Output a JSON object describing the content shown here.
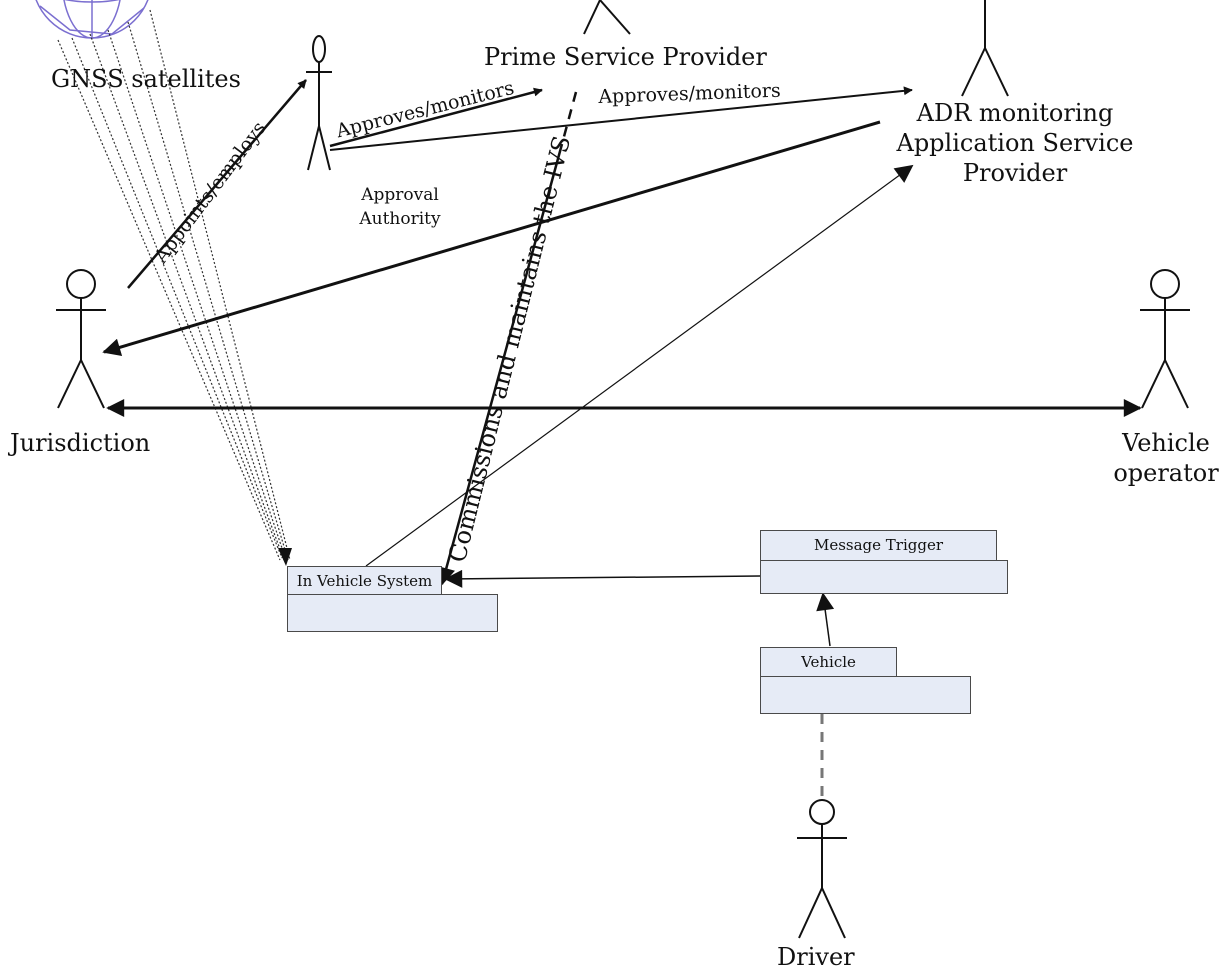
{
  "actors": {
    "prime_service_provider": "Prime Service Provider",
    "adr_monitoring_asp_line1": "ADR monitoring",
    "adr_monitoring_asp_line2": "Application Service",
    "adr_monitoring_asp_line3": "Provider",
    "approval_authority_line1": "Approval",
    "approval_authority_line2": "Authority",
    "jurisdiction": "Jurisdiction",
    "vehicle_operator_line1": "Vehicle",
    "vehicle_operator_line2": "operator",
    "driver": "Driver",
    "gnss_satellites": "GNSS satellites"
  },
  "relations": {
    "appoints_employs": "Appoints/employs",
    "approves_monitors_psp": "Approves/monitors",
    "approves_monitors_adr": "Approves/monitors",
    "commissions_maintains": "Commissions and maintains the IVS"
  },
  "packages": {
    "in_vehicle_system": "In Vehicle System",
    "message_trigger": "Message Trigger",
    "vehicle": "Vehicle"
  },
  "colors": {
    "package_fill": "#e6ebf6",
    "line": "#111111",
    "globe": "#7b6fd0"
  }
}
